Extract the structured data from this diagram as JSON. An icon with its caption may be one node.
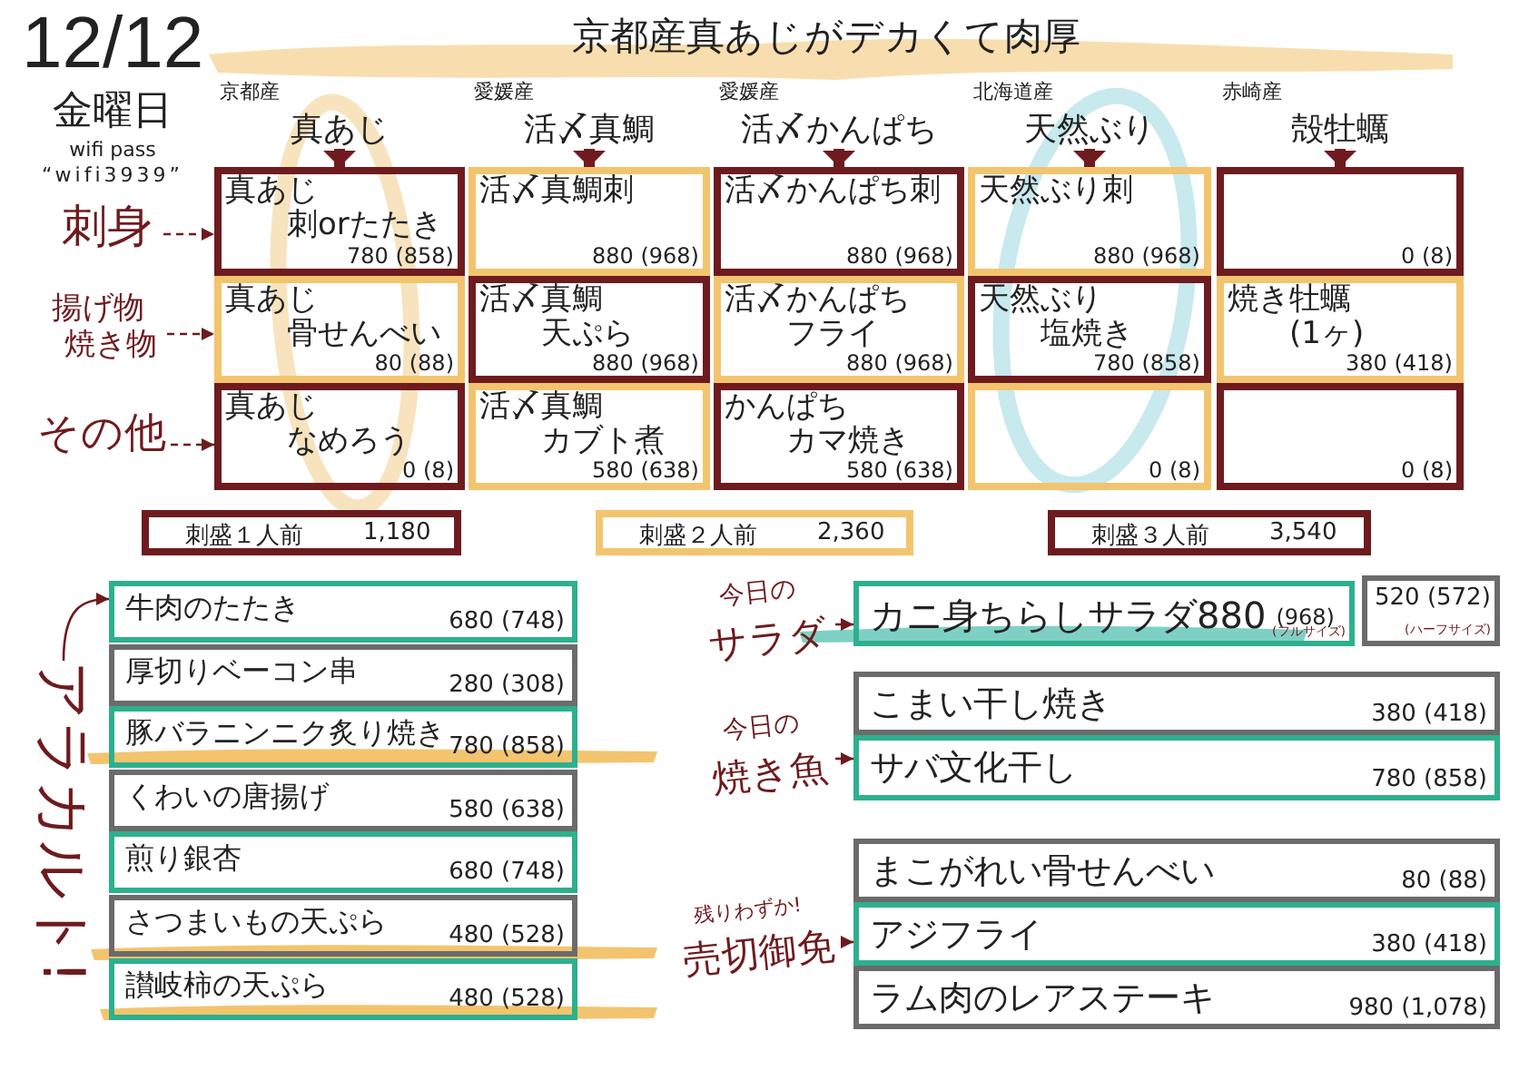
{
  "diagram": {
    "title": "京都産真あじがデカくて肉厚",
    "nodes": [
      {
        "text": [
          "京都産",
          "真あじ"
        ]
      },
      {
        "text": [
          "愛媛産",
          "活〆真鯛"
        ]
      },
      {
        "text": [
          "愛媛産",
          "活〆かんぱち"
        ]
      },
      {
        "text": [
          "北海道産",
          "天然ぶり"
        ]
      },
      {
        "text": [
          "赤崎産",
          "殻牡蠣"
        ]
      },
      {
        "text": [
          "刺身"
        ]
      },
      {
        "text": [
          "揚げ物焼き物"
        ]
      },
      {
        "text": [
          "その他"
        ]
      },
      {
        "text": [
          "真あじ刺orたたき",
          "780 (858)"
        ]
      },
      {
        "text": [
          "活〆真鯛刺",
          "880 (968)"
        ]
      },
      {
        "text": [
          "活〆かんぱち刺",
          "880 (968)"
        ]
      },
      {
        "text": [
          "天然ぶり刺",
          "880 (968)"
        ]
      },
      {
        "text": [
          "0 (8)"
        ]
      },
      {
        "text": [
          "真あじ骨せんべい",
          "80 (88)"
        ]
      },
      {
        "text": [
          "活〆真鯛天ぷら",
          "880 (968)"
        ]
      },
      {
        "text": [
          "活〆かんぱちフライ",
          "880 (968)"
        ]
      },
      {
        "text": [
          "天然ぶり塩焼き",
          "780 (858)"
        ]
      },
      {
        "text": [
          "焼き牡蠣(1ヶ)",
          "380 (418)"
        ]
      },
      {
        "text": [
          "真あじなめろう",
          "0 (8)"
        ]
      },
      {
        "text": [
          "活〆真鯛カブト煮",
          "580 (638)"
        ]
      },
      {
        "text": [
          "かんぱちカマ焼き",
          "580 (638)"
        ]
      },
      {
        "text": [
          "0 (8)"
        ]
      },
      {
        "text": [
          "0 (8)"
        ]
      },
      {
        "text": [
          "刺盛１人前",
          "1,180"
        ]
      },
      {
        "text": [
          "刺盛２人前",
          "2,360"
        ]
      },
      {
        "text": [
          "刺盛３人前",
          "3,540"
        ]
      },
      {
        "text": [
          "アラカルト!"
        ]
      },
      {
        "text": [
          "牛肉のたたき",
          "680 (748)"
        ]
      },
      {
        "text": [
          "厚切りベーコン串",
          "280 (308)"
        ]
      },
      {
        "text": [
          "豚バラニンニク炙り焼き",
          "780 (858)"
        ]
      },
      {
        "text": [
          "くわいの唐揚げ",
          "580 (638)"
        ]
      },
      {
        "text": [
          "煎り銀杏",
          "680 (748)"
        ]
      },
      {
        "text": [
          "さつまいもの天ぷら",
          "480 (528)"
        ]
      },
      {
        "text": [
          "讃岐柿の天ぷら",
          "480 (528)"
        ]
      },
      {
        "text": [
          "今日の",
          "サラダ"
        ]
      },
      {
        "text": [
          "カニ身ちらしサラダ880",
          "(968)",
          "(フルサイズ)"
        ]
      },
      {
        "text": [
          "520 (572)",
          "(ハーフサイズ)"
        ]
      },
      {
        "text": [
          "今日の",
          "焼き魚"
        ]
      },
      {
        "text": [
          "こまい干し焼き",
          "380 (418)"
        ]
      },
      {
        "text": [
          "サバ文化干し",
          "780 (858)"
        ]
      },
      {
        "text": [
          "残りわずか!",
          "売切御免"
        ]
      },
      {
        "text": [
          "まこがれい骨せんべい",
          "80 (88)"
        ]
      },
      {
        "text": [
          "アジフライ",
          "380 (418)"
        ]
      },
      {
        "text": [
          "ラム肉のレアステーキ",
          "980 (1,078)"
        ]
      }
    ],
    "edges": [
      {
        "from": 0,
        "to": 8,
        "arrow": "to",
        "style": "thick"
      },
      {
        "from": 1,
        "to": 9,
        "arrow": "to",
        "style": "thick"
      },
      {
        "from": 2,
        "to": 10,
        "arrow": "to",
        "style": "thick"
      },
      {
        "from": 3,
        "to": 11,
        "arrow": "to",
        "style": "thick"
      },
      {
        "from": 4,
        "to": 12,
        "arrow": "to",
        "style": "thick"
      },
      {
        "from": 5,
        "to": 8,
        "arrow": "to",
        "style": "dashed"
      },
      {
        "from": 6,
        "to": 13,
        "arrow": "to",
        "style": "dashed"
      },
      {
        "from": 7,
        "to": 18,
        "arrow": "to",
        "style": "dashed"
      },
      {
        "from": 26,
        "to": 27,
        "arrow": "to"
      },
      {
        "from": 34,
        "to": 35,
        "arrow": "to"
      },
      {
        "from": 37,
        "to": 39,
        "arrow": "to"
      },
      {
        "from": 40,
        "to": 42,
        "arrow": "to"
      }
    ],
    "labels": [
      "12/12",
      "金曜日",
      "wifi pass",
      "“wifi3939”"
    ]
  }
}
